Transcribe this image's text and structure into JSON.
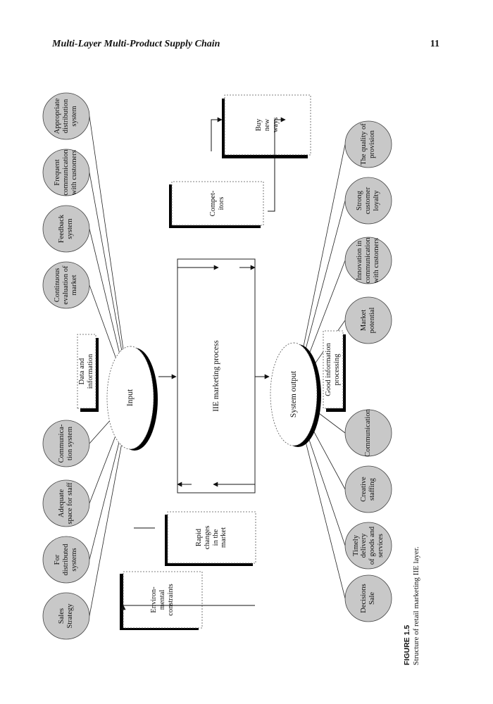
{
  "header": {
    "running_title": "Multi-Layer Multi-Product Supply Chain",
    "page_number": "11"
  },
  "diagram": {
    "center_box": "IIE marketing process",
    "input_node": "Input",
    "output_node": "System output",
    "input_circles": [
      "Sales\nStrategy",
      "For\ndistributed\nsystems",
      "Adequate\nspace for staff",
      "Communica-\ntion system",
      "Continuous\nevaluation of\nmarket",
      "Feedback\nsystem",
      "Frequent\ncommunication\nwith customers",
      "Appropriate\ndistribution\nsystem"
    ],
    "output_circles": [
      "Decisions\nSale",
      "Timely\ndelivery\nof goods and\nservices",
      "Creative\nstaffing",
      "Communication",
      "Market\npotential",
      "Innovation in\ncommunication\nwith customers",
      "Strong\ncustomer\nloyalty",
      "The quality of\nprovision"
    ],
    "boxes": {
      "data_info": "Data and\ninformation",
      "good_info": "Good information\nprocessing",
      "environmental": "Environ-\nmental\nconstraints",
      "rapid_changes": "Rapid\nchanges\nin the\nmarket",
      "competitors": "Compet-\nitors",
      "buy_new_ways": "Buy\nnew\nways"
    },
    "colors": {
      "circle_fill": "#c8c8c8",
      "shadow": "#000000",
      "stroke": "#222222"
    }
  },
  "caption": {
    "label": "FIGURE 1.5",
    "text": "Structure of retail marketing IIE layer."
  }
}
